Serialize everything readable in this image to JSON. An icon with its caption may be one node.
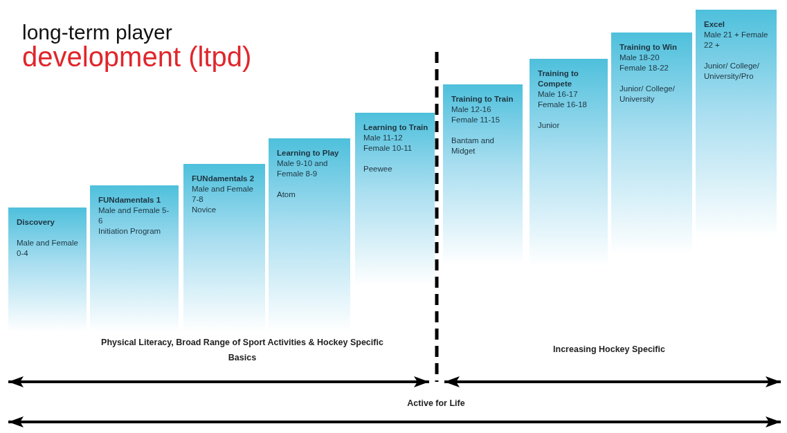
{
  "diagram": {
    "nodes": [
      {
        "text": [
          "Discovery",
          "Male and Female 0-4"
        ]
      },
      {
        "text": [
          "FUNdamentals 1",
          "Male and Female 5-6",
          "Initiation Program"
        ]
      },
      {
        "text": [
          "FUNdamentals 2",
          "Male and Female 7-8",
          "Novice"
        ]
      },
      {
        "text": [
          "Learning to Play",
          "Male 9-10 and Female 8-9",
          "Atom"
        ]
      },
      {
        "text": [
          "Learning to Train",
          "Male 11-12 Female 10-11",
          "Peewee"
        ]
      },
      {
        "text": [
          "Training to Train",
          "Male 12-16 Female 11-15",
          "Bantam and Midget"
        ]
      },
      {
        "text": [
          "Training to Compete",
          "Male 16-17 Female 16-18",
          "Junior"
        ]
      },
      {
        "text": [
          "Training to Win",
          "Male 18-20 Female 18-22",
          "Junior/ College/ University"
        ]
      },
      {
        "text": [
          "Excel",
          "Male 21 + Female 22 +",
          "Junior/ College/ University/Pro"
        ]
      }
    ],
    "labels": [
      "long-term player",
      "development (ltpd)",
      "Physical Literacy, Broad Range of Sport Activities & Hockey Specific Basics",
      "Increasing Hockey Specific",
      "Active for Life"
    ]
  }
}
